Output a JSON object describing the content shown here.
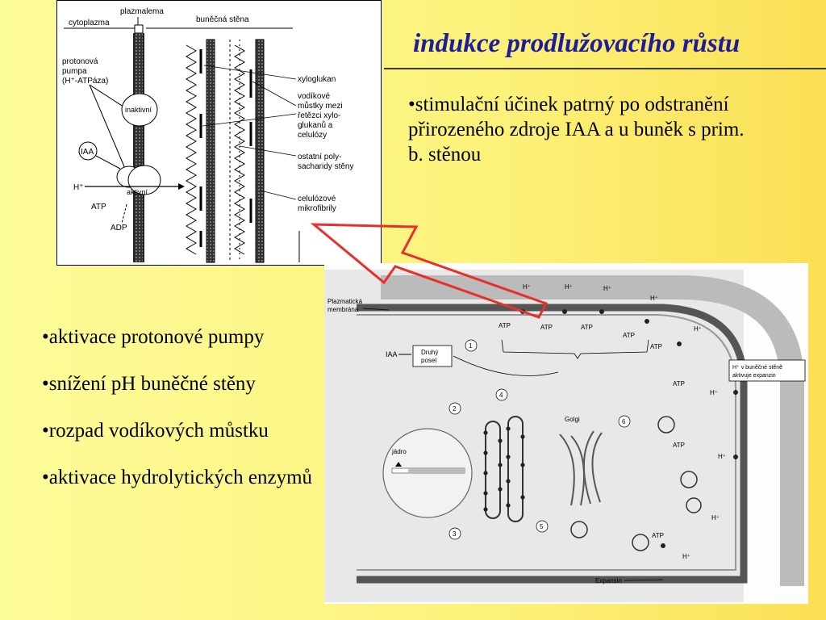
{
  "title": "indukce prodlužovacího růstu",
  "top_bullet": "•stimulační účinek patrný po odstranění přirozeného zdroje IAA a u buněk s prim. b. stěnou",
  "left_bullets": [
    "•aktivace protonové pumpy",
    "•snížení pH buněčné stěny",
    "•rozpad vodíkových můstku",
    "•aktivace hydrolytických enzymů"
  ],
  "diagram1": {
    "plazmalema": "plazmalema",
    "cytoplazma": "cytoplazma",
    "bunecna_stena": "buněčná stěna",
    "protonova_pumpa_1": "protonová",
    "protonova_pumpa_2": "pumpa",
    "protonova_pumpa_3": "(H⁺-ATPáza)",
    "inaktivni": "inaktivní",
    "iaa": "IAA",
    "h": "H⁺",
    "aktivni": "aktivní",
    "atp": "ATP",
    "adp": "ADP",
    "xyloglukan": "xyloglukan",
    "mustky_1": "vodíkové",
    "mustky_2": "můstky mezi",
    "mustky_3": "řetězci xylo-",
    "mustky_4": "glukanů a",
    "mustky_5": "celulózy",
    "ostatni_1": "ostatní poly-",
    "ostatni_2": "sacharidy stěny",
    "celulozove_1": "celulózové",
    "celulozove_2": "mikrofibrily"
  },
  "diagram2": {
    "plazmaticka_1": "Plazmatická",
    "plazmaticka_2": "membrána",
    "iaa": "IAA",
    "druhy_posel_1": "Druhý",
    "druhy_posel_2": "posel",
    "jadro": "jádro",
    "golgi": "Golgi",
    "atp": "ATP",
    "h": "H⁺",
    "box_1": "H⁺ v buněčné stěně",
    "box_2": "aktivuje expanzin",
    "expansin": "Expansin",
    "steps": [
      "1",
      "2",
      "3",
      "4",
      "5",
      "6"
    ]
  },
  "colors": {
    "title": "#1c1c9c",
    "arrow": "#e8302a"
  }
}
